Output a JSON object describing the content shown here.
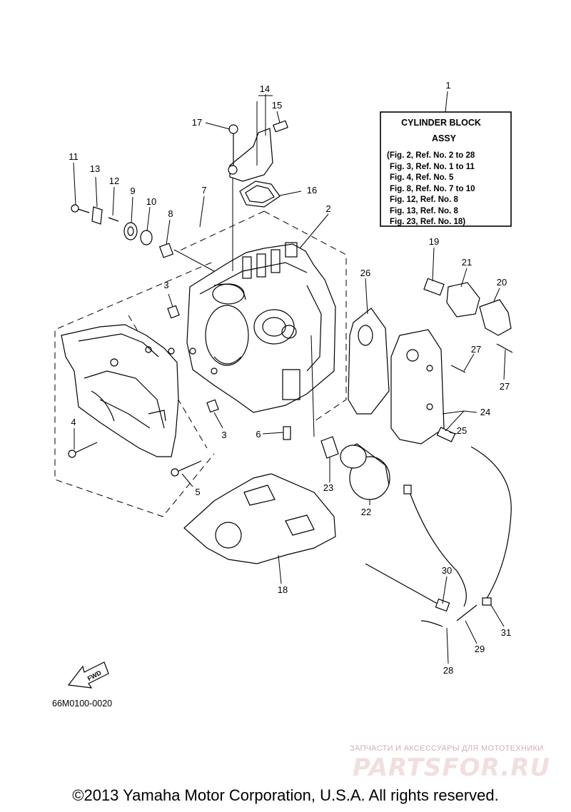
{
  "callouts": [
    {
      "id": "c1",
      "label": "1"
    },
    {
      "id": "c2",
      "label": "2"
    },
    {
      "id": "c3a",
      "label": "3"
    },
    {
      "id": "c3b",
      "label": "3"
    },
    {
      "id": "c4",
      "label": "4"
    },
    {
      "id": "c5",
      "label": "5"
    },
    {
      "id": "c6",
      "label": "6"
    },
    {
      "id": "c7",
      "label": "7"
    },
    {
      "id": "c8",
      "label": "8"
    },
    {
      "id": "c9",
      "label": "9"
    },
    {
      "id": "c10",
      "label": "10"
    },
    {
      "id": "c11",
      "label": "11"
    },
    {
      "id": "c12",
      "label": "12"
    },
    {
      "id": "c13",
      "label": "13"
    },
    {
      "id": "c14",
      "label": "14"
    },
    {
      "id": "c15",
      "label": "15"
    },
    {
      "id": "c16",
      "label": "16"
    },
    {
      "id": "c17",
      "label": "17"
    },
    {
      "id": "c18",
      "label": "18"
    },
    {
      "id": "c19",
      "label": "19"
    },
    {
      "id": "c20",
      "label": "20"
    },
    {
      "id": "c21",
      "label": "21"
    },
    {
      "id": "c22",
      "label": "22"
    },
    {
      "id": "c23",
      "label": "23"
    },
    {
      "id": "c24",
      "label": "24"
    },
    {
      "id": "c25",
      "label": "25"
    },
    {
      "id": "c26",
      "label": "26"
    },
    {
      "id": "c27a",
      "label": "27"
    },
    {
      "id": "c27b",
      "label": "27"
    },
    {
      "id": "c28",
      "label": "28"
    },
    {
      "id": "c29",
      "label": "29"
    },
    {
      "id": "c30",
      "label": "30"
    },
    {
      "id": "c31",
      "label": "31"
    }
  ],
  "assy_box": {
    "title_line1": "CYLINDER BLOCK",
    "title_line2": "ASSY",
    "lines": [
      "(Fig. 2, Ref. No. 2 to 28",
      "Fig. 3, Ref. No. 1 to 11",
      "Fig. 4, Ref. No. 5",
      "Fig. 8, Ref. No. 7 to 10",
      "Fig. 12, Ref. No. 8",
      "Fig. 13, Ref. No. 8",
      "Fig. 23, Ref. No. 18)"
    ]
  },
  "fwd_label": "FWD",
  "diagram_code": "66M0100-0020",
  "copyright": "©2013 Yamaha Motor Corporation, U.S.A. All rights reserved.",
  "watermark": {
    "tagline": "ЗАПЧАСТИ И АКСЕССУАРЫ ДЛЯ МОТОТЕХНИКИ",
    "brand": "PARTSFOR.RU"
  }
}
